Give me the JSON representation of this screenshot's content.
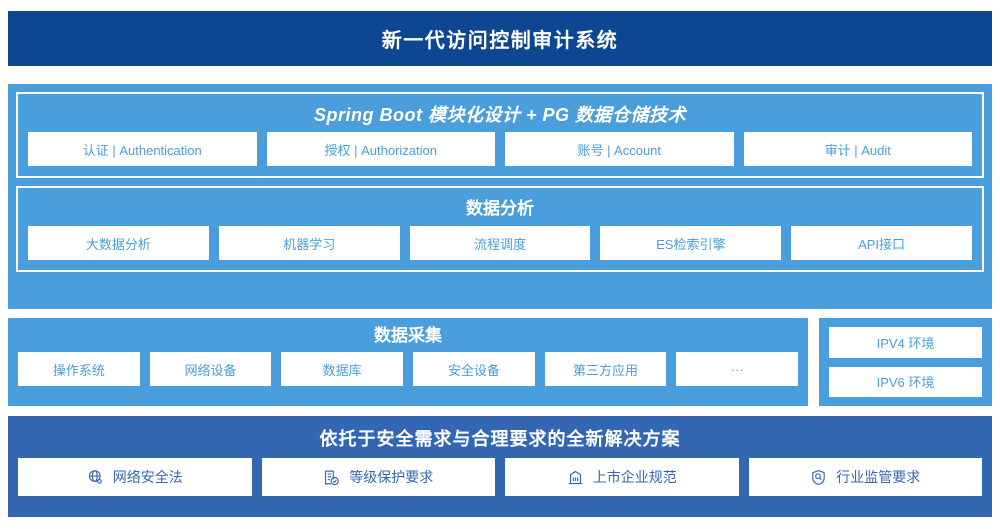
{
  "header": {
    "title": "新一代访问控制审计系统"
  },
  "platform": {
    "panels": [
      {
        "title": "Spring Boot 模块化设计 + PG 数据仓储技术",
        "cards": [
          "认证 | Authentication",
          "授权 | Authorization",
          "账号 | Account",
          "审计 | Audit"
        ]
      },
      {
        "title": "数据分析",
        "cards": [
          "大数据分析",
          "机器学习",
          "流程调度",
          "ES检索引擎",
          "API接口"
        ]
      }
    ]
  },
  "collection": {
    "title": "数据采集",
    "cards": [
      "操作系统",
      "网络设备",
      "数据库",
      "安全设备",
      "第三方应用",
      "···"
    ],
    "environments": [
      "IPV4 环境",
      "IPV6 环境"
    ]
  },
  "solution": {
    "title": "依托于安全需求与合理要求的全新解决方案",
    "cards": [
      {
        "label": "网络安全法",
        "icon": "globe-icon"
      },
      {
        "label": "等级保护要求",
        "icon": "document-check-icon"
      },
      {
        "label": "上市企业规范",
        "icon": "building-icon"
      },
      {
        "label": "行业监管要求",
        "icon": "shield-search-icon"
      }
    ]
  },
  "colors": {
    "header_navy": "#0d4792",
    "panel_blue": "#4a9edb",
    "solution_blue": "#3367b2",
    "card_white": "#ffffff"
  }
}
